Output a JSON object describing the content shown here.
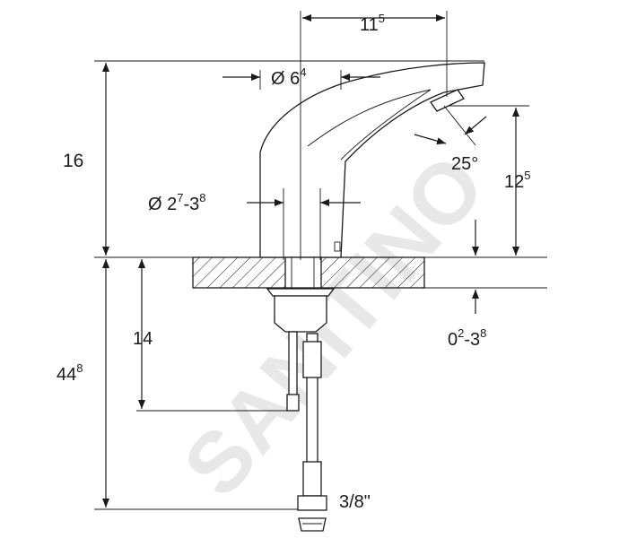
{
  "watermark": "SANITINO",
  "dimensions": {
    "spout_reach": {
      "base": "11",
      "sup": "5"
    },
    "body_diameter": {
      "base": "Ø 6",
      "sup": "4"
    },
    "total_height": {
      "base": "16"
    },
    "hole_diameter": {
      "b1": "Ø 2",
      "s1": "7",
      "b2": "-3",
      "s2": "8"
    },
    "spray_angle": {
      "base": "25°"
    },
    "outlet_height": {
      "base": "12",
      "sup": "5"
    },
    "hose_length": {
      "base": "14"
    },
    "overall_below": {
      "base": "44",
      "sup": "8"
    },
    "deck_thickness": {
      "b1": "0",
      "s1": "2",
      "b2": "-3",
      "s2": "8"
    },
    "connection_thread": {
      "base": "3/8\""
    }
  },
  "colors": {
    "line": "#1a1a1a",
    "watermark": "#e8e8e8"
  }
}
